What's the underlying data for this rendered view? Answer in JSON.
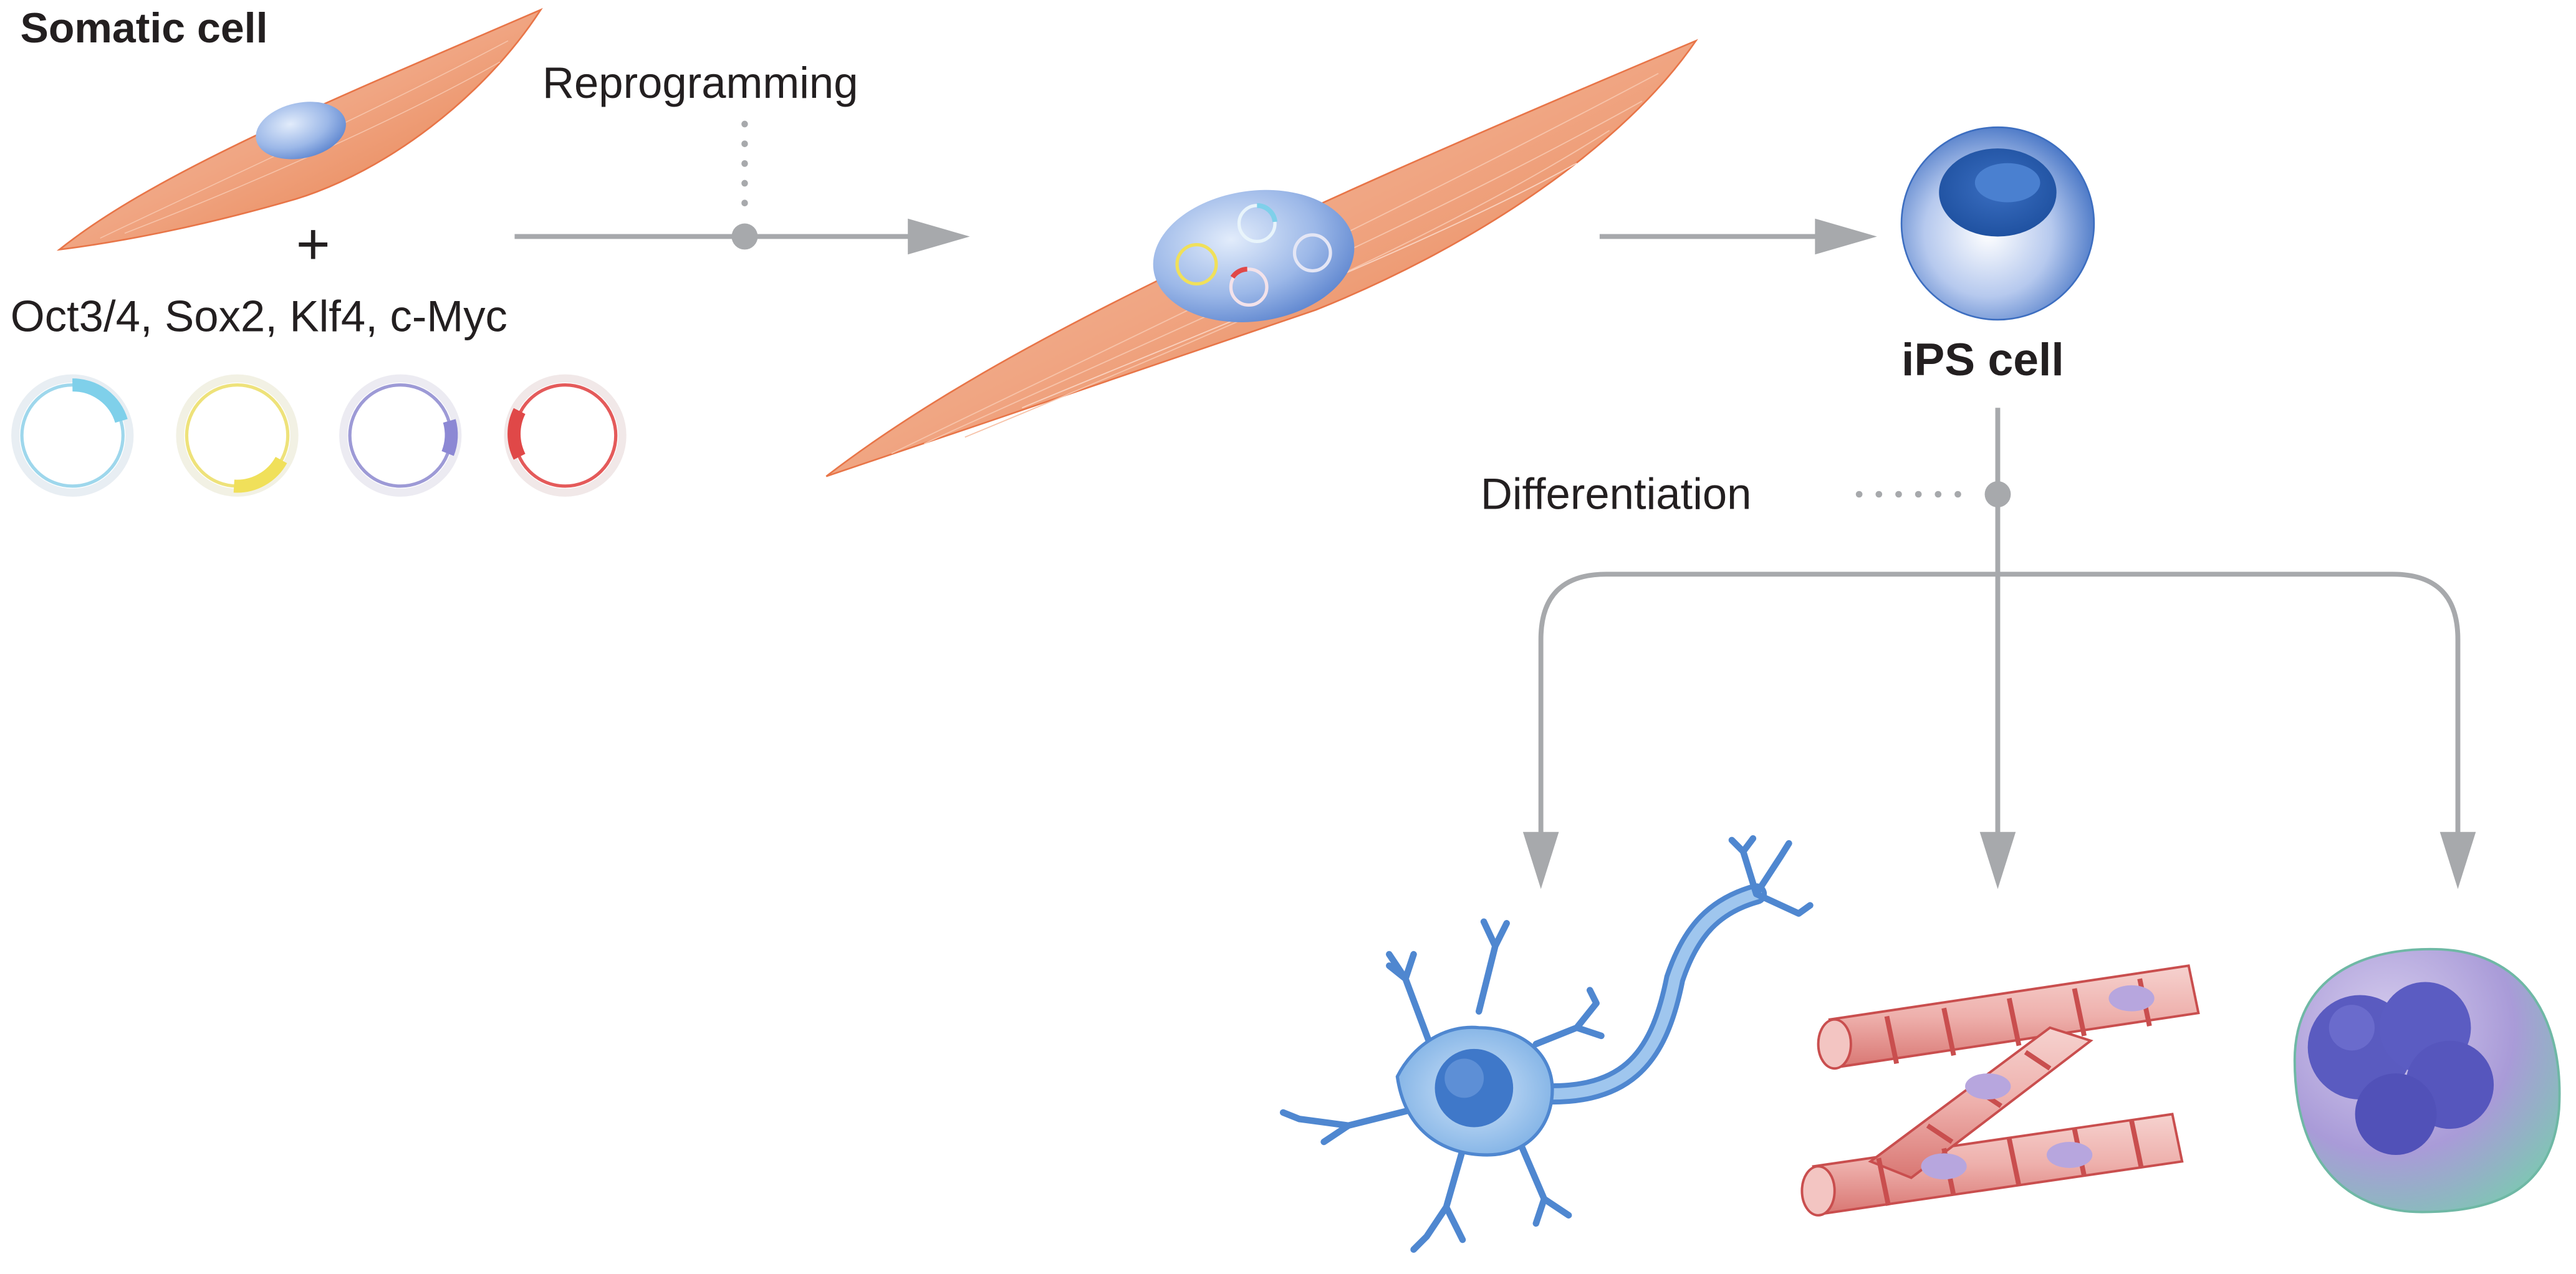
{
  "labels": {
    "somatic_cell": "Somatic cell",
    "plus": "+",
    "factors": "Oct3/4, Sox2, Klf4, c-Myc",
    "reprogramming": "Reprogramming",
    "ips_cell": "iPS cell",
    "differentiation": "Differentiation"
  },
  "colors": {
    "arrow": "#a7a9ac",
    "text": "#231f20",
    "fibroblast": "#ee9a72",
    "fibroblast_edge": "#e87548",
    "nucleus": "#6f95d6",
    "ips": "#3d72c4",
    "neuron": "#7fb1e6",
    "muscle": "#e9a6a3",
    "muscle_band": "#c94e4e",
    "blood_cell": "#9b8fd0",
    "blood_nucleus": "#5a5bc0",
    "plasmid_oct": "#7fd0ea",
    "plasmid_sox": "#f0e05a",
    "plasmid_klf": "#8c88d4",
    "plasmid_myc": "#e04848"
  },
  "icons": [
    "somatic-cell-icon",
    "plasmid-icon",
    "fibroblast-icon",
    "ips-cell-icon",
    "neuron-icon",
    "cardiomyocyte-icon",
    "blood-cell-icon"
  ]
}
